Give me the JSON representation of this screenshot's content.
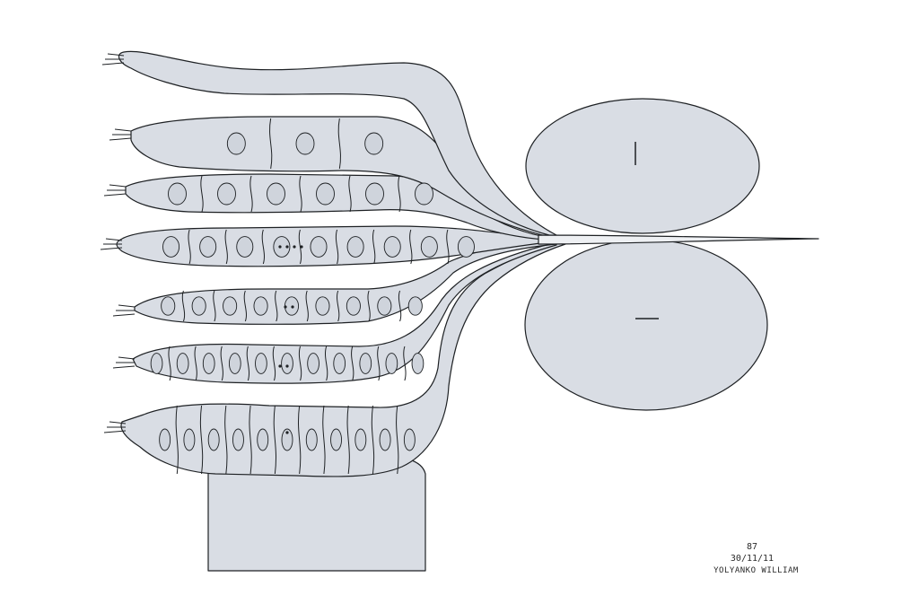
{
  "artwork": {
    "background": "#ffffff",
    "fill": "#d9dde4",
    "ink": "#1e2124",
    "elements": [
      "seven segmented finger-like tubes",
      "pedestal base",
      "two large ovals",
      "thin spike"
    ]
  },
  "ovals": {
    "top_mark": "vertical stroke",
    "bottom_mark": "horizontal stroke"
  },
  "signature": {
    "number": "87",
    "date": "30/11/11",
    "name": "YOLYANKO WILLIAM"
  }
}
